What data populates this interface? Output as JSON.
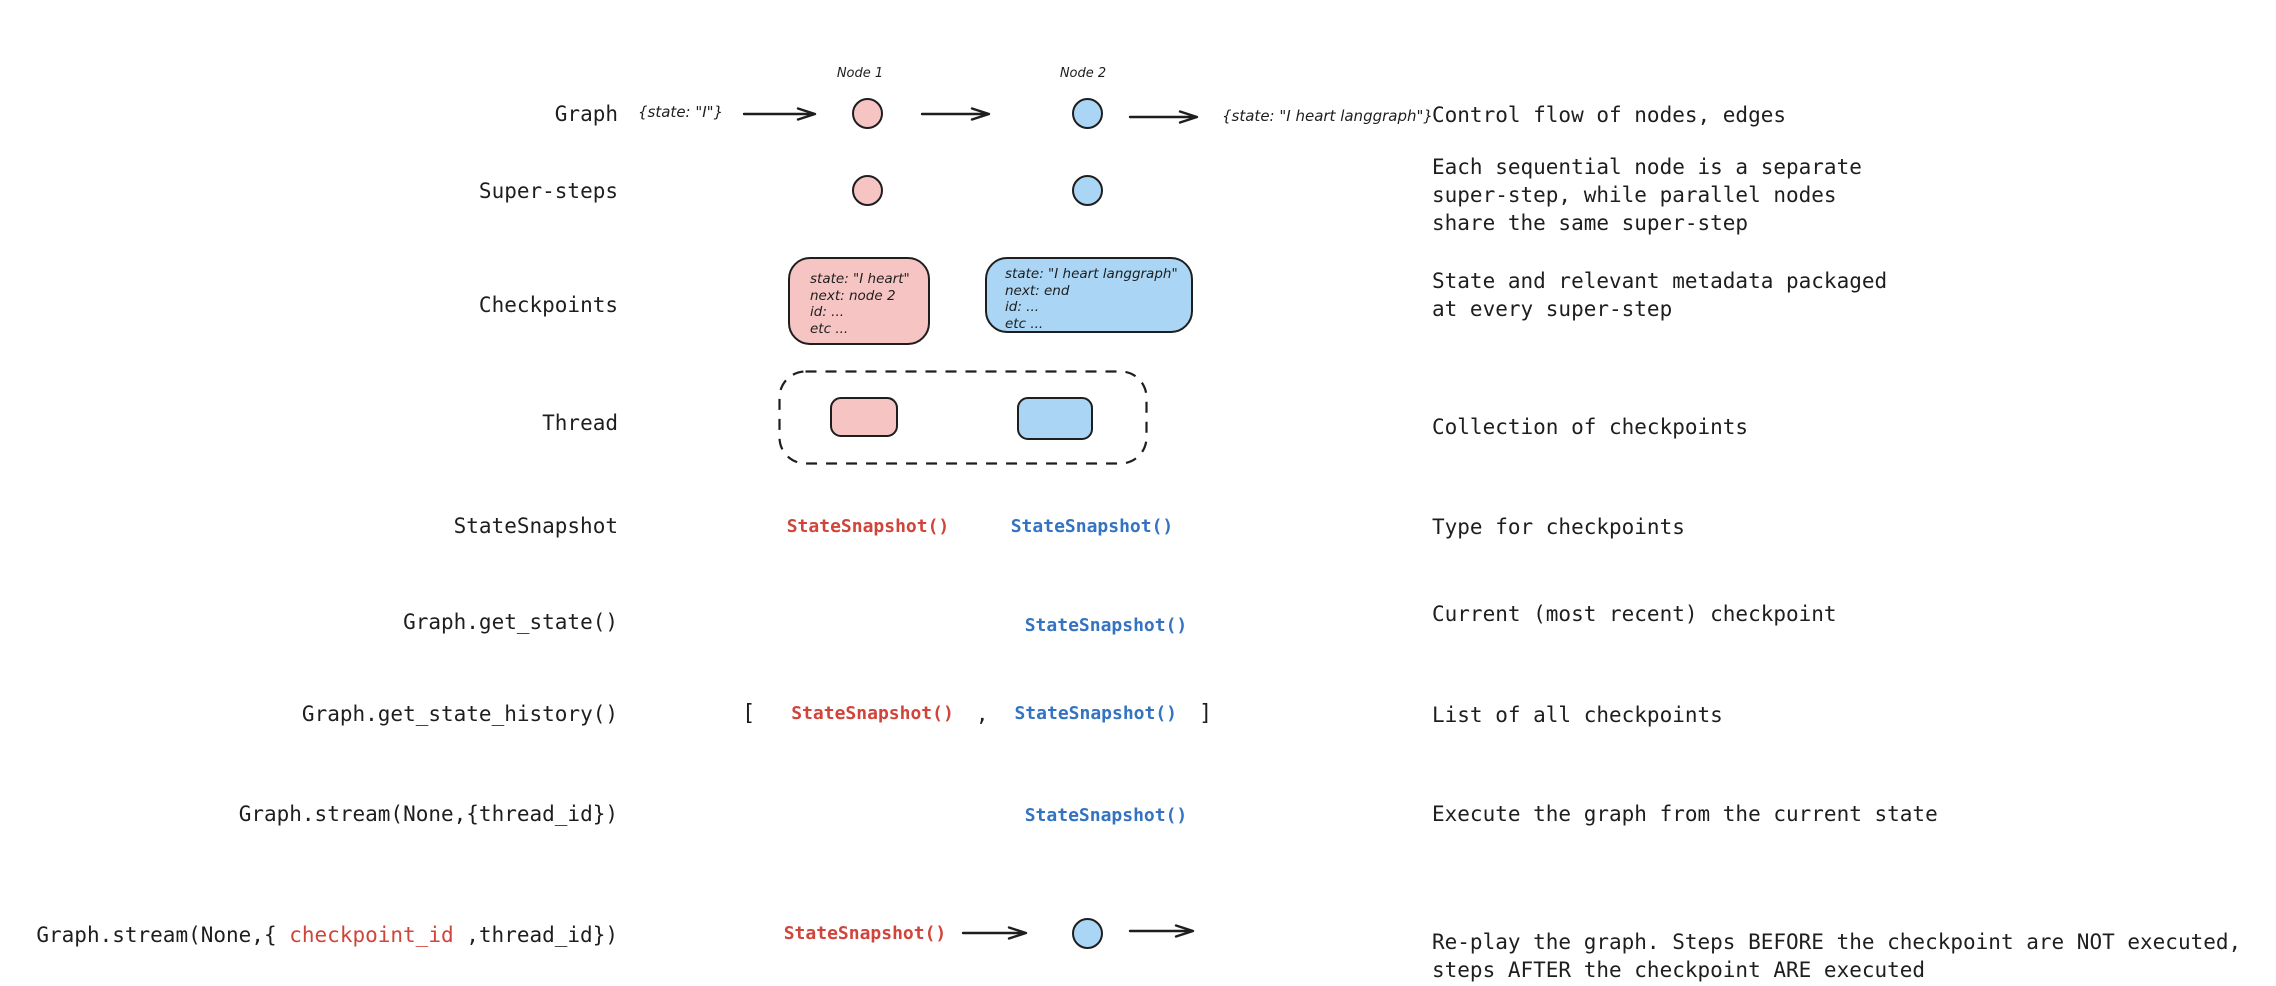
{
  "colors": {
    "ink": "#1e1e1e",
    "pink_fill": "#f6c5c3",
    "blue_fill": "#aad5f4",
    "red_code": "#d0443a",
    "blue_code": "#3473c2",
    "bg": "#ffffff"
  },
  "rows": [
    {
      "label": "Graph",
      "desc": "Control flow of nodes, edges"
    },
    {
      "label": "Super-steps",
      "desc": "Each sequential node is a separate\nsuper-step, while parallel nodes\nshare the same super-step"
    },
    {
      "label": "Checkpoints",
      "desc": "State and relevant metadata packaged\nat every super-step"
    },
    {
      "label": "Thread",
      "desc": "Collection of checkpoints"
    },
    {
      "label": "StateSnapshot",
      "desc": "Type for checkpoints"
    },
    {
      "label": "Graph.get_state()",
      "desc": "Current (most recent) checkpoint"
    },
    {
      "label": "Graph.get_state_history()",
      "desc": "List of all checkpoints"
    },
    {
      "label": "Graph.stream(None,{thread_id})",
      "desc": "Execute the graph from the current state"
    },
    {
      "label_prefix": "Graph.stream(None,{ ",
      "label_highlight": "checkpoint_id",
      "label_suffix": " ,thread_id})",
      "desc": "Re-play the graph. Steps BEFORE the checkpoint are NOT executed,\nsteps AFTER the checkpoint ARE executed"
    }
  ],
  "graph_flow": {
    "input_state": "{state: \"I\"}",
    "node1": "Node 1",
    "node2": "Node 2",
    "output_state": "{state: \"I heart langgraph\"}"
  },
  "checkpoints": {
    "pink_box": "state: \"I heart\"\nnext: node 2\nid: ...\netc ...",
    "blue_box": "state: \"I heart langgraph\"\nnext: end\nid: ...\netc ..."
  },
  "code": {
    "state_snapshot": "StateSnapshot()",
    "bracket_open": "[",
    "comma": ",",
    "bracket_close": "]"
  }
}
